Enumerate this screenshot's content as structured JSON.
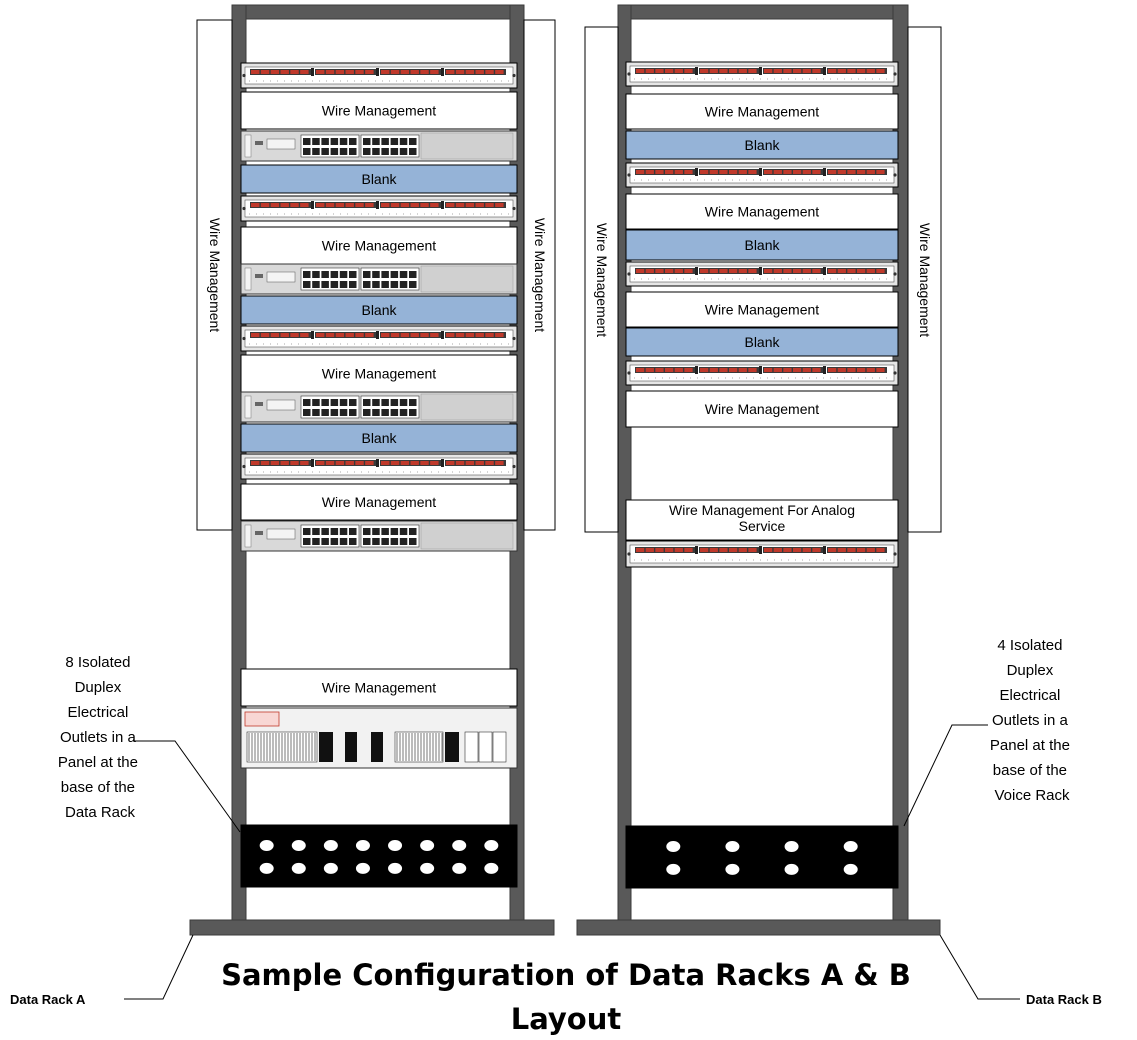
{
  "title": {
    "line1": "Sample Configuration of Data Racks A & B",
    "line2": "Layout"
  },
  "rack_a": {
    "name": "Data Rack A",
    "side_label_left": "Wire Management",
    "side_label_right": "Wire Management",
    "units": [
      {
        "type": "patch"
      },
      {
        "type": "wire",
        "label": "Wire Management"
      },
      {
        "type": "switch"
      },
      {
        "type": "blank",
        "label": "Blank"
      },
      {
        "type": "patch"
      },
      {
        "type": "wire",
        "label": "Wire Management"
      },
      {
        "type": "switch"
      },
      {
        "type": "blank",
        "label": "Blank"
      },
      {
        "type": "patch"
      },
      {
        "type": "wire",
        "label": "Wire Management"
      },
      {
        "type": "switch"
      },
      {
        "type": "blank",
        "label": "Blank"
      },
      {
        "type": "patch"
      },
      {
        "type": "wire",
        "label": "Wire Management"
      },
      {
        "type": "switch"
      },
      {
        "type": "wire",
        "label": "Wire Management"
      },
      {
        "type": "ups"
      },
      {
        "type": "outlets",
        "outlet_count": 8
      }
    ],
    "annotation": [
      "8 Isolated",
      "Duplex",
      "Electrical",
      "Outlets in a",
      "Panel at the",
      "base of the",
      "Data Rack"
    ]
  },
  "rack_b": {
    "name": "Data Rack B",
    "side_label_left": "Wire Management",
    "side_label_right": "Wire Management",
    "units": [
      {
        "type": "patch"
      },
      {
        "type": "wire",
        "label": "Wire Management"
      },
      {
        "type": "blank",
        "label": "Blank"
      },
      {
        "type": "patch"
      },
      {
        "type": "wire",
        "label": "Wire Management"
      },
      {
        "type": "blank",
        "label": "Blank"
      },
      {
        "type": "patch"
      },
      {
        "type": "wire",
        "label": "Wire Management"
      },
      {
        "type": "blank",
        "label": "Blank"
      },
      {
        "type": "patch"
      },
      {
        "type": "wire",
        "label": "Wire Management"
      },
      {
        "type": "wire2",
        "label_line1": "Wire Management For Analog",
        "label_line2": "Service"
      },
      {
        "type": "patch"
      },
      {
        "type": "outlets",
        "outlet_count": 4
      }
    ],
    "annotation": [
      "4 Isolated",
      "Duplex",
      "Electrical",
      "Outlets in a",
      "Panel at the",
      "base of the",
      "Voice Rack"
    ]
  },
  "colors": {
    "rack_frame": "#595959",
    "blank_panel": "#95b3d7",
    "port_red": "#c0392b",
    "outlet_panel": "#000000",
    "switch_body": "#d9d9d9"
  }
}
